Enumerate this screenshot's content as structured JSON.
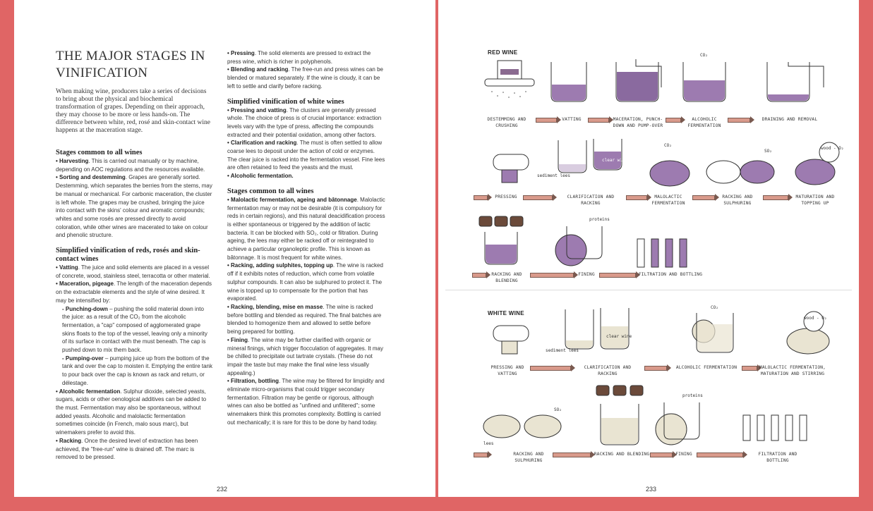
{
  "left": {
    "title": "THE MAJOR STAGES IN VINIFICATION",
    "intro": "When making wine, producers take a series of decisions to bring about the physical and biochemical transformation of grapes. Depending on their approach, they may choose to be more or less hands-on. The difference between white, red, rosé and skin-contact wine happens at the maceration stage.",
    "col1": {
      "h_common": "Stages common to all wines",
      "harvesting_b": "• Harvesting",
      "harvesting_t": ". This is carried out manually or by machine, depending on AOC regulations and the resources available.",
      "sorting_b": "• Sorting and destemming",
      "sorting_t": ". Grapes are generally sorted. Destemming, which separates the berries from the stems, may be manual or mechanical. For carbonic maceration, the cluster is left whole. The grapes may be crushed, bringing the juice into contact with the skins' colour and aromatic compounds; whites and some rosés are pressed directly to avoid coloration, while other wines are macerated to take on colour and phenolic structure.",
      "h_reds": "Simplified vinification of reds, rosés and skin-contact wines",
      "vatting_b": "• Vatting",
      "vatting_t": ". The juice and solid elements are placed in a vessel of concrete, wood, stainless steel, terracotta or other material.",
      "maceration_b": "• Maceration, pigeage",
      "maceration_t": ". The length of the maceration depends on the extractable elements and the style of wine desired. It may be intensified by:",
      "punch_b": "- Punching-down",
      "punch_t": " – pushing the solid material down into the juice: as a result of the CO₂ from the alcoholic fermentation, a \"cap\" composed of agglomerated grape skins floats to the top of the vessel, leaving only a minority of its surface in contact with the must beneath. The cap is pushed down to mix them back.",
      "pump_b": "- Pumping-over",
      "pump_t": " – pumping juice up from the bottom of the tank and over the cap to moisten it. Emptying the entire tank to pour back over the cap is known as rack and return, or délestage.",
      "alco_b": "• Alcoholic fermentation",
      "alco_t": ". Sulphur dioxide, selected yeasts, sugars, acids or other oenological additives can be added to the must. Fermentation may also be spontaneous, without added yeasts. Alcoholic and malolactic fermentation sometimes coincide (in French, malo sous marc), but winemakers prefer to avoid this.",
      "racking_b": "• Racking",
      "racking_t": ". Once the desired level of extraction has been achieved, the \"free-run\" wine is drained off. The marc is removed to be pressed."
    },
    "col2": {
      "pressing_b": "• Pressing",
      "pressing_t": ". The solid elements are pressed to extract the press wine, which is richer in polyphenols.",
      "blending_b": "• Blending and racking",
      "blending_t": ". The free-run and press wines can be blended or matured separately. If the wine is cloudy, it can be left to settle and clarify before racking.",
      "h_white": "Simplified vinification of white wines",
      "pv_b": "• Pressing and vatting",
      "pv_t": ". The clusters are generally pressed whole. The choice of press is of crucial importance: extraction levels vary with the type of press, affecting the compounds extracted and their potential oxidation, among other factors.",
      "clar_b": "• Clarification and racking",
      "clar_t": ". The must is often settled to allow coarse lees to deposit under the action of cold or enzymes. The clear juice is racked into the fermentation vessel. Fine lees are often retained to feed the yeasts and the must.",
      "alc_b": "• Alcoholic fermentation.",
      "h_common2": "Stages common to all wines",
      "malo_b": "• Malolactic fermentation, ageing and bâtonnage",
      "malo_t": ". Malolactic fermentation may or may not be desirable (it is compulsory for reds in certain regions), and this natural deacidification process is either spontaneous or triggered by the addition of lactic bacteria. It can be blocked with SO₂, cold or filtration. During ageing, the lees may either be racked off or reintegrated to achieve a particular organoleptic profile. This is known as bâtonnage. It is most frequent for white wines.",
      "rs_b": "• Racking, adding sulphites, topping up",
      "rs_t": ". The wine is racked off if it exhibits notes of reduction, which come from volatile sulphur compounds. It can also be sulphured to protect it. The wine is topped up to compensate for the portion that has evaporated.",
      "rb_b": "• Racking, blending, mise en masse",
      "rb_t": ". The wine is racked before bottling and blended as required. The final batches are blended to homogenize them and allowed to settle before being prepared for bottling.",
      "fin_b": "• Fining",
      "fin_t": ". The wine may be further clarified with organic or mineral finings, which trigger flocculation of aggregates. It may be chilled to precipitate out tartrate crystals. (These do not impair the taste but may make the final wine less visually appealing.)",
      "filt_b": "• Filtration, bottling",
      "filt_t": ". The wine may be filtered for limpidity and eliminate micro-organisms that could trigger secondary fermentation. Filtration may be gentle or rigorous, although wines can also be bottled as \"unfined and unfiltered\"; some winemakers think this promotes complexity. Bottling is carried out mechanically; it is rare for this to be done by hand today."
    },
    "page_number": "232"
  },
  "right": {
    "red_title": "RED WINE",
    "white_title": "WHITE WINE",
    "red_labels": {
      "destemming": "DESTEMMING AND CRUSHING",
      "vatting": "VATTING",
      "maceration": "MACERATION, PUNCH-DOWN AND PUMP-OVER",
      "alcoholic": "ALCOHOLIC FERMENTATION",
      "draining": "DRAINING AND REMOVAL",
      "pressing": "PRESSING",
      "clarification": "CLARIFICATION AND RACKING",
      "malolactic": "MALOLACTIC FERMENTATION",
      "racking_sulphuring": "RACKING AND SULPHURING",
      "maturation": "MATURATION AND TOPPING UP",
      "racking_blending": "RACKING AND BLENDING",
      "fining": "FINING",
      "filtration": "FILTRATION AND BOTTLING"
    },
    "white_labels": {
      "pressing": "PRESSING AND VATTING",
      "clarification": "CLARIFICATION AND RACKING",
      "alcoholic": "ALCOHOLIC FERMENTATION",
      "malolactic": "MALOLACTIC FERMENTATION, MATURATION AND STIRRING",
      "racking_sulphuring": "RACKING AND SULPHURING",
      "racking_blending": "RACKING AND BLENDING",
      "fining": "FINING",
      "filtration": "FILTRATION AND BOTTLING"
    },
    "annotations": {
      "co2": "CO₂",
      "so2": "SO₂",
      "wood_o2": "wood - O₂",
      "sediment_lees": "sediment lees",
      "clear_wine": "clear wine",
      "proteins": "proteins",
      "lees": "lees"
    },
    "page_number": "233"
  },
  "colors": {
    "background": "#e06565",
    "page": "#ffffff",
    "red_wine": "#9d7bb0",
    "white_wine": "#e9e4d2",
    "arrow": "#d99a8b"
  }
}
